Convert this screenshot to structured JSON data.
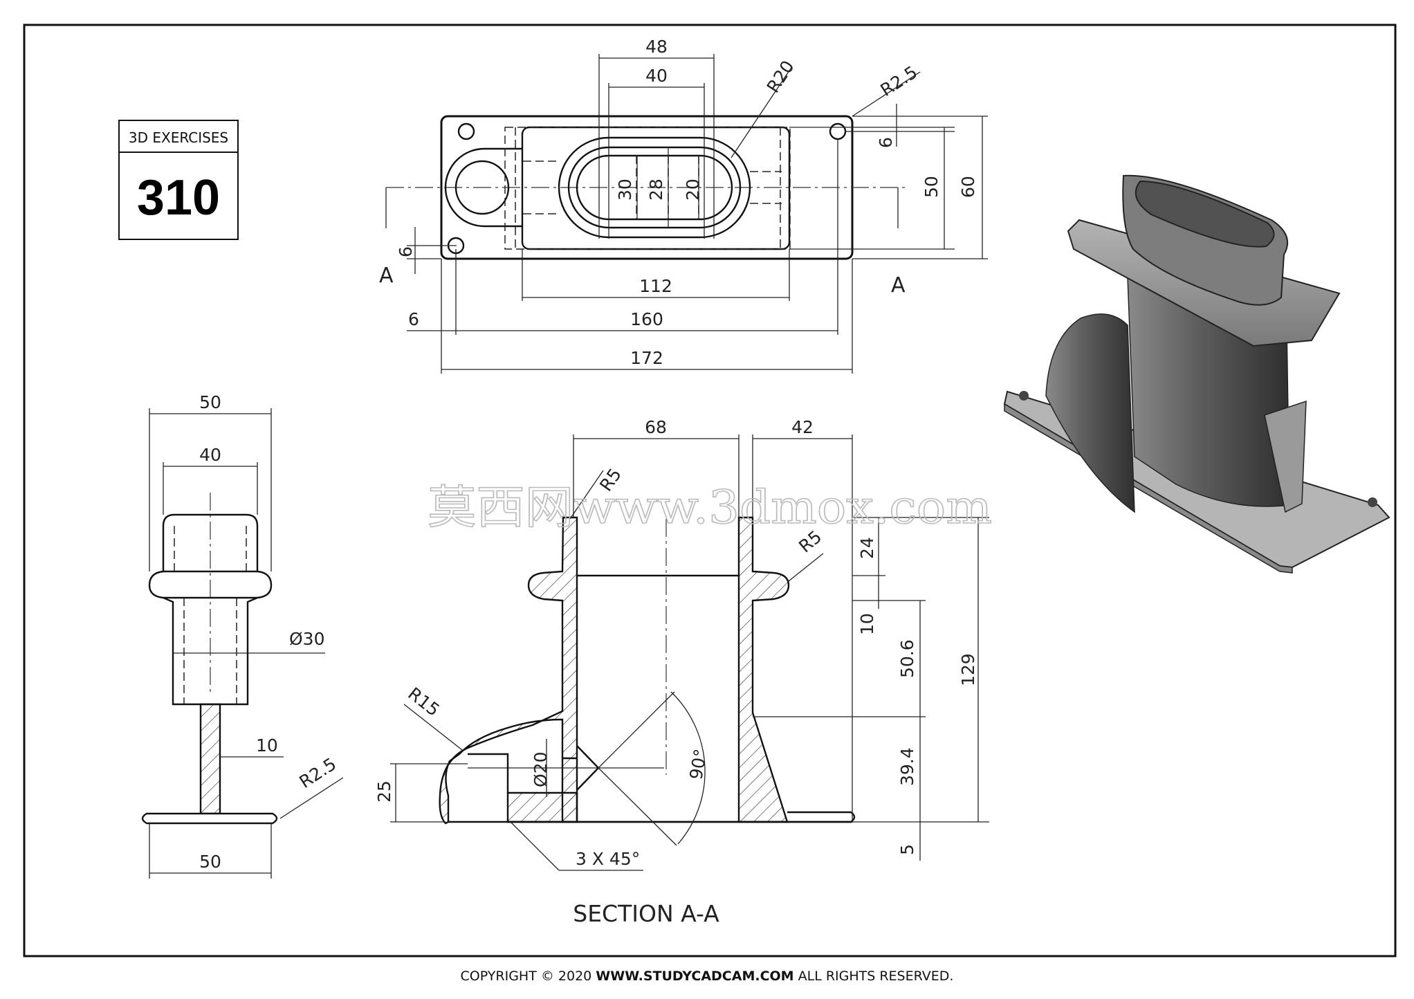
{
  "exercise": {
    "label": "3D EXERCISES",
    "number": "310"
  },
  "top_view": {
    "dims": [
      "48",
      "40",
      "R20",
      "R2.5",
      "30",
      "28",
      "20",
      "6",
      "50",
      "60",
      "6",
      "112",
      "6",
      "160",
      "172"
    ],
    "section_marks": [
      "A",
      "A"
    ]
  },
  "side_view": {
    "dims": [
      "50",
      "40",
      "Ø30",
      "10",
      "R2.5",
      "50"
    ]
  },
  "section_view": {
    "title": "SECTION A-A",
    "dims": [
      "68",
      "42",
      "R5",
      "R5",
      "24",
      "10",
      "50.6",
      "129",
      "39.4",
      "5",
      "R15",
      "Ø20",
      "90°",
      "25",
      "3 X 45°"
    ]
  },
  "watermark": "莫西网www.3dmox.com",
  "footer": {
    "prefix": "COPYRIGHT © 2020 ",
    "site": "WWW.STUDYCADCAM.COM",
    "suffix": " ALL RIGHTS RESERVED."
  }
}
